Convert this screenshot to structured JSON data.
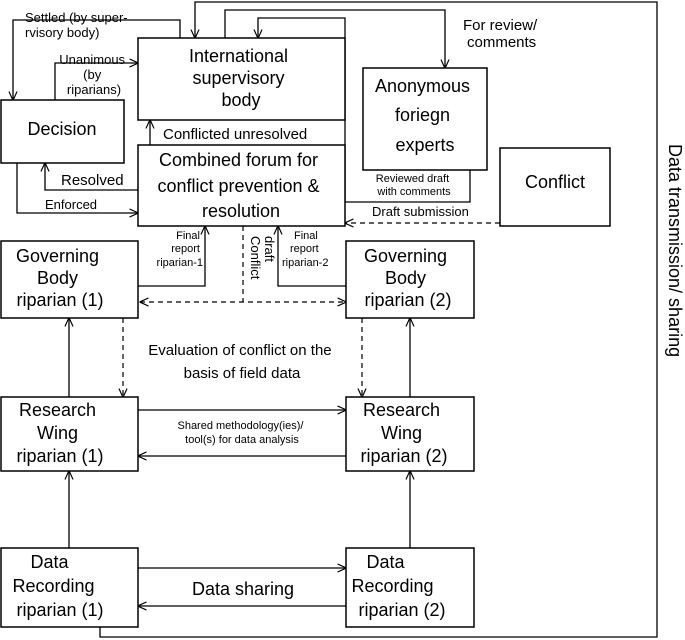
{
  "boxes": {
    "decision": "Decision",
    "isb": [
      "International",
      "supervisory",
      "body"
    ],
    "experts": [
      "Anonymous",
      "foriegn",
      "experts"
    ],
    "forum": [
      "Combined forum for",
      "conflict prevention &",
      "resolution"
    ],
    "conflict": "Conflict",
    "gb1": [
      "Governing",
      "Body",
      "riparian (1)"
    ],
    "gb2": [
      "Governing",
      "Body",
      "riparian (2)"
    ],
    "rw1": [
      "Research",
      "Wing",
      "riparian (1)"
    ],
    "rw2": [
      "Research",
      "Wing",
      "riparian (2)"
    ],
    "dr1": [
      "Data",
      "Recording",
      "riparian (1)"
    ],
    "dr2": [
      "Data",
      "Recording",
      "riparian (2)"
    ]
  },
  "labels": {
    "settled": [
      "Settled (by super-",
      "rvisory body)"
    ],
    "unanimous": [
      "Unanimous",
      "(by",
      "riparians)"
    ],
    "for_review": [
      "For review/",
      "comments"
    ],
    "conflicted_unresolved": "Conflicted unresolved",
    "resolved": "Resolved",
    "enforced": "Enforced",
    "reviewed_draft": [
      "Reviewed draft",
      "with comments"
    ],
    "draft_submission": "Draft submission",
    "final_report_1": [
      "Final",
      "report",
      "riparian-1"
    ],
    "final_report_2": [
      "Final",
      "report",
      "riparian-2"
    ],
    "conflict_draft": [
      "Conflict",
      "draft"
    ],
    "evaluation": [
      "Evaluation of conflict on the",
      "basis of field data"
    ],
    "shared_methodology": [
      "Shared methodology(ies)/",
      "tool(s) for data analysis"
    ],
    "data_sharing": "Data sharing",
    "data_transmission": "Data transmission/ sharing"
  }
}
